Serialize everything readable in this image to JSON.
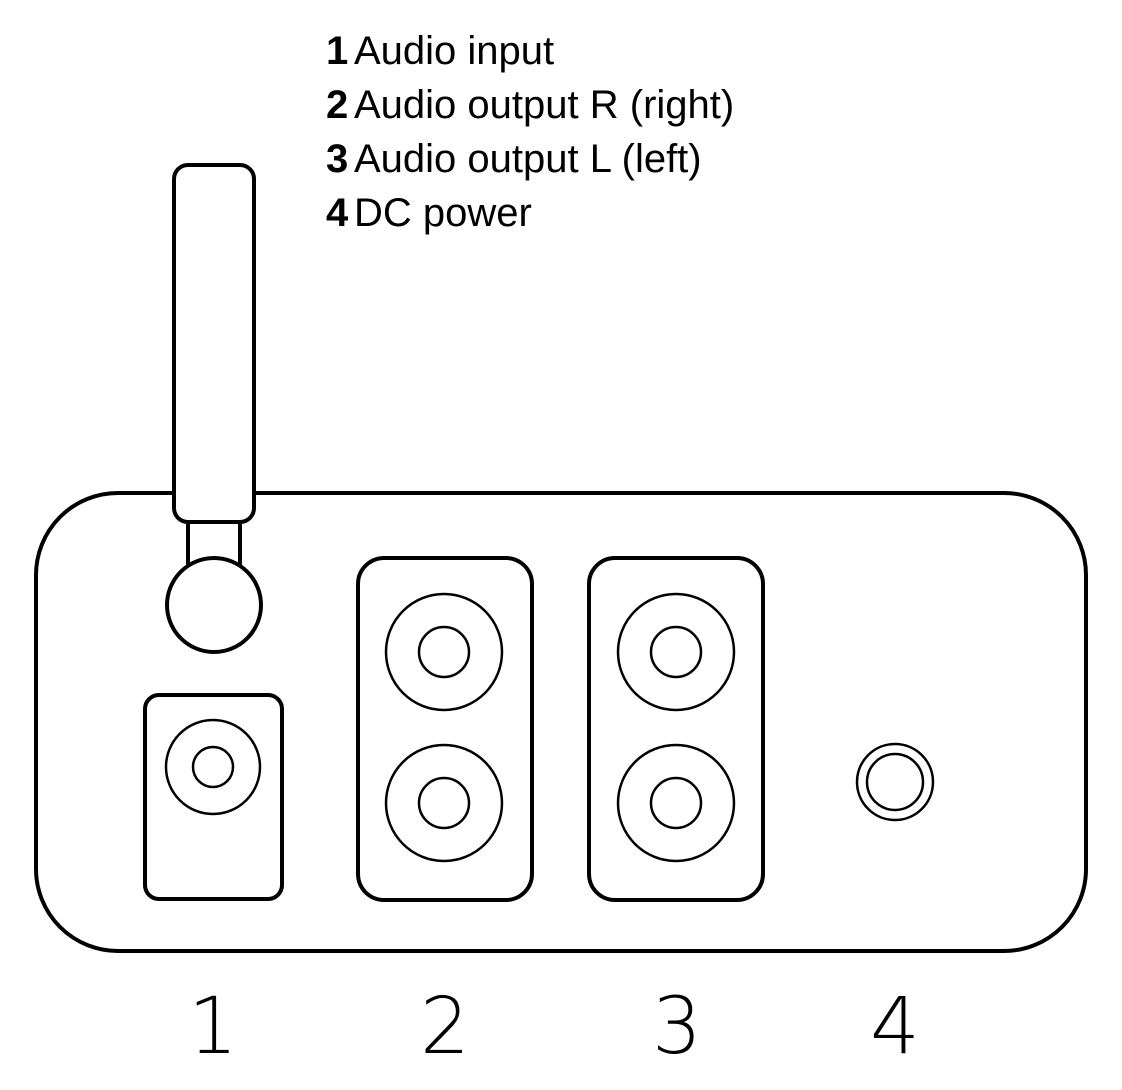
{
  "legend": {
    "items": [
      {
        "number": "1",
        "label": "Audio input"
      },
      {
        "number": "2",
        "label": "Audio output R (right)"
      },
      {
        "number": "3",
        "label": "Audio output L (left)"
      },
      {
        "number": "4",
        "label": "DC power"
      }
    ]
  },
  "ports": {
    "labels": [
      "1",
      "2",
      "3",
      "4"
    ]
  },
  "colors": {
    "stroke": "#000000",
    "background": "#ffffff"
  }
}
